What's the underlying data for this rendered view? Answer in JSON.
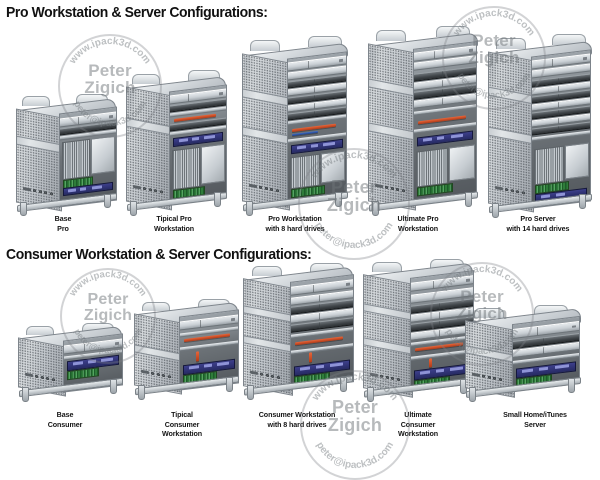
{
  "sections": [
    {
      "id": "pro",
      "heading": "Pro Workstation & Server Configurations:",
      "items": [
        {
          "name": "base-pro",
          "caption": "Base\nPro"
        },
        {
          "name": "tipical-pro-workstation",
          "caption": "Tipical Pro\nWorkstation"
        },
        {
          "name": "pro-workstation-8-drives",
          "caption": "Pro Workstation\nwith 8 hard drives"
        },
        {
          "name": "ultimate-pro-workstation",
          "caption": "Ultimate Pro\nWorkstation"
        },
        {
          "name": "pro-server-14-drives",
          "caption": "Pro Server\nwith 14 hard drives"
        }
      ]
    },
    {
      "id": "consumer",
      "heading": "Consumer Workstation & Server Configurations:",
      "items": [
        {
          "name": "base-consumer",
          "caption": "Base\nConsumer"
        },
        {
          "name": "tipical-consumer-workstation",
          "caption": "Tipical\nConsumer\nWorkstation"
        },
        {
          "name": "consumer-workstation-8-drives",
          "caption": "Consumer Workstation\nwith 8 hard drives"
        },
        {
          "name": "ultimate-consumer-workstation",
          "caption": "Ultimate\nConsumer\nWorkstation"
        },
        {
          "name": "small-home-itunes-server",
          "caption": "Small Home/iTunes\nServer"
        }
      ]
    }
  ],
  "watermark": {
    "top_arc_text": "www.ipack3d.com",
    "bottom_arc_text": "peter@ipack3d.com",
    "name_line1": "Peter",
    "name_line2": "Zigich"
  },
  "branding": {
    "apple_logo_glyph": "",
    "background_color": "#ffffff",
    "text_color": "#111111",
    "metal_light": "#e6eaed",
    "metal_mid": "#b8bdc2",
    "metal_dark": "#7e858c"
  }
}
